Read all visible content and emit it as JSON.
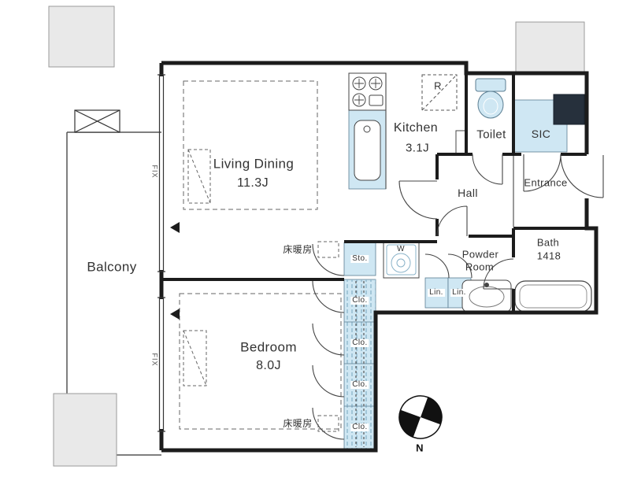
{
  "rooms": {
    "balcony": "Balcony",
    "living_dining": {
      "name": "Living Dining",
      "size": "11.3J"
    },
    "kitchen": {
      "name": "Kitchen",
      "size": "3.1J"
    },
    "toilet": "Toilet",
    "sic": "SIC",
    "entrance": "Entrance",
    "hall": "Hall",
    "powder_room": {
      "line1": "Powder",
      "line2": "Room"
    },
    "bath": {
      "name": "Bath",
      "size": "1418"
    },
    "bedroom": {
      "name": "Bedroom",
      "size": "8.0J"
    }
  },
  "storage": {
    "sto": "Sto.",
    "lin": [
      "Lin.",
      "Lin."
    ],
    "clo": [
      "Clo.",
      "Clo.",
      "Clo.",
      "Clo."
    ]
  },
  "labels": {
    "fridge": "R",
    "washer": "W",
    "floor_heating_living": "床暖房",
    "floor_heating_bedroom": "床暖房",
    "fix_windows": [
      "FIX",
      "FIX"
    ],
    "compass_north": "N"
  },
  "colors": {
    "fixture_blue": "#cfe7f3",
    "wall": "#1c1c1c",
    "structure_gray": "#e9e9e9",
    "dark_shaft": "#26303c"
  }
}
